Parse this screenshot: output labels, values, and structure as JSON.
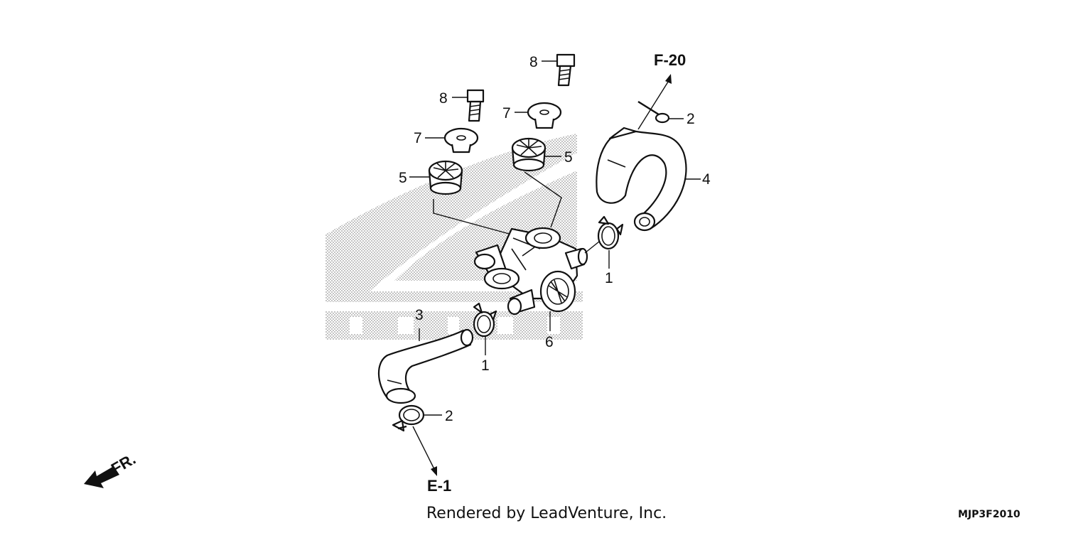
{
  "diagram": {
    "reference_code": "MJP3F2010",
    "credit": "Rendered by LeadVenture, Inc.",
    "front_indicator": "FR.",
    "references": {
      "top": "F-20",
      "bottom": "E-1"
    },
    "callouts": [
      {
        "id": "c1a",
        "label": "1",
        "part": "clip"
      },
      {
        "id": "c1b",
        "label": "1",
        "part": "clip"
      },
      {
        "id": "c2a",
        "label": "2",
        "part": "clip"
      },
      {
        "id": "c2b",
        "label": "2",
        "part": "clip"
      },
      {
        "id": "c3",
        "label": "3",
        "part": "hose"
      },
      {
        "id": "c4",
        "label": "4",
        "part": "hose"
      },
      {
        "id": "c5a",
        "label": "5",
        "part": "rubber mount"
      },
      {
        "id": "c5b",
        "label": "5",
        "part": "rubber mount"
      },
      {
        "id": "c6",
        "label": "6",
        "part": "air injection valve"
      },
      {
        "id": "c7a",
        "label": "7",
        "part": "collar"
      },
      {
        "id": "c7b",
        "label": "7",
        "part": "collar"
      },
      {
        "id": "c8a",
        "label": "8",
        "part": "bolt"
      },
      {
        "id": "c8b",
        "label": "8",
        "part": "bolt"
      }
    ]
  }
}
